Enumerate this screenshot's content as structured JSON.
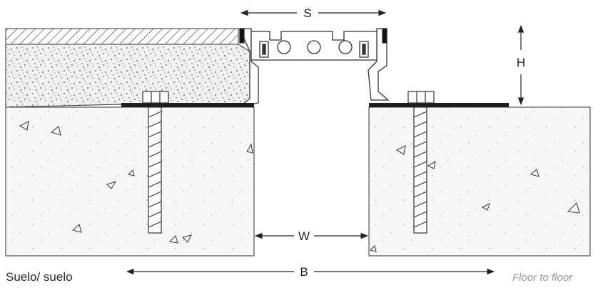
{
  "dimensions": {
    "s_label": "S",
    "h_label": "H",
    "w_label": "W",
    "b_label": "B"
  },
  "captions": {
    "left": "Suelo/ suelo",
    "right": "Floor to floor"
  },
  "colors": {
    "line": "#2b2b2b",
    "concrete_fill": "#f4f4f4",
    "screed_fill": "#ececec",
    "seal_strip": "#1e1e1e"
  }
}
